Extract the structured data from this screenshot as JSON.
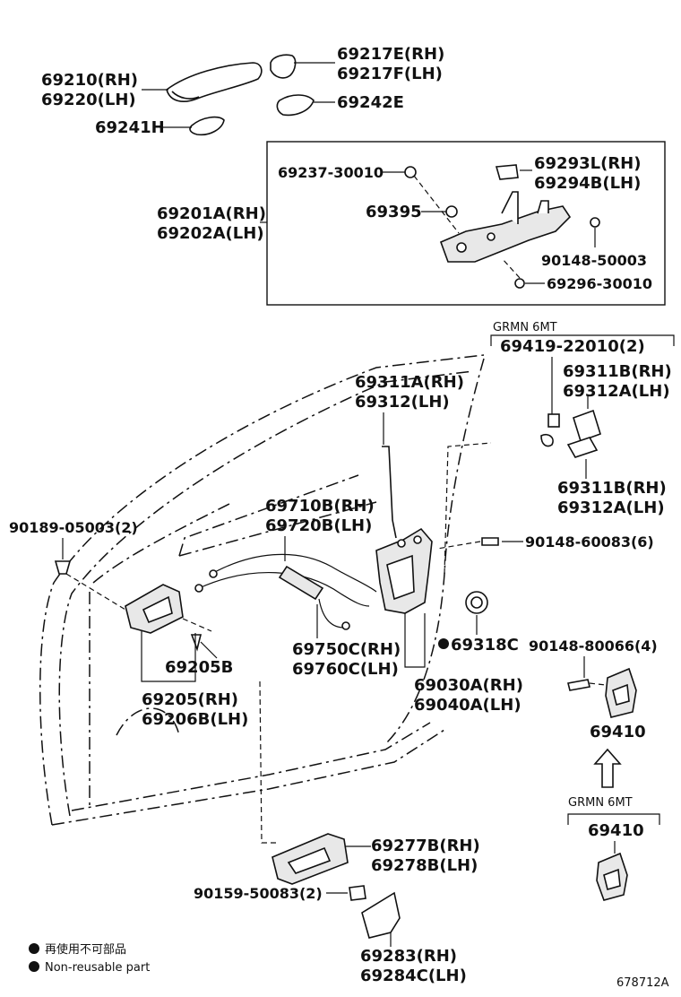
{
  "labels": {
    "handle_outer": [
      "69210(RH)",
      "69220(LH)"
    ],
    "cap": [
      "69217E(RH)",
      "69217F(LH)"
    ],
    "pad_outer": "69242E",
    "pad_inner": "69241H",
    "frame_assy": [
      "69201A(RH)",
      "69202A(LH)"
    ],
    "frame_bolt": "69237-30010",
    "frame_clip": "69395",
    "frame_lever": [
      "69293L(RH)",
      "69294B(LH)"
    ],
    "frame_screw1": "90148-50003",
    "frame_screw2": "69296-30010",
    "grmn_note_1": "GRMN 6MT",
    "clip_set": "69419-22010(2)",
    "cover_top": [
      "69311B(RH)",
      "69312A(LH)"
    ],
    "cover_bottom": [
      "69311B(RH)",
      "69312A(LH)"
    ],
    "rod": [
      "69311A(RH)",
      "69312(LH)"
    ],
    "cable": [
      "69710B(RH)",
      "69720B(LH)"
    ],
    "screw_left": "90189-05003(2)",
    "screw_lock": "90148-60083(6)",
    "cable_lower": [
      "69750C(RH)",
      "69760C(LH)"
    ],
    "seal": "69318C",
    "lock_assy": [
      "69030A(RH)",
      "69040A(LH)"
    ],
    "inner_handle_bracket": "69205B",
    "inner_handle": [
      "69205(RH)",
      "69206B(LH)"
    ],
    "striker_screw": "90148-80066(4)",
    "striker": "69410",
    "grmn_note_2": "GRMN 6MT",
    "striker_grmn": "69410",
    "bezel": [
      "69277B(RH)",
      "69278B(LH)"
    ],
    "bezel_screw": "90159-50083(2)",
    "inner_cover": [
      "69283(RH)",
      "69284C(LH)"
    ]
  },
  "legend": {
    "line1": "再使用不可部品",
    "line2": "Non-reusable part"
  },
  "figure_id": "678712A"
}
